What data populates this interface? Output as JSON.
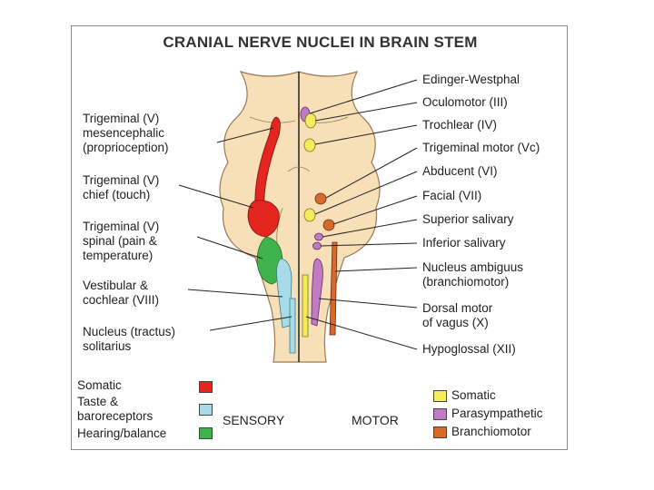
{
  "title": "CRANIAL NERVE NUCLEI IN BRAIN STEM",
  "left_labels": [
    "Trigeminal (V)\nmesencephalic\n(proprioception)",
    "Trigeminal (V)\nchief (touch)",
    "Trigeminal (V)\nspinal (pain &\ntemperature)",
    "Vestibular &\ncochlear (VIII)",
    "Nucleus (tractus)\nsolitarius"
  ],
  "right_labels": [
    "Edinger-Westphal",
    "Oculomotor (III)",
    "Trochlear (IV)",
    "Trigeminal motor (Vc)",
    "Abducent (VI)",
    "Facial (VII)",
    "Superior salivary",
    "Inferior salivary",
    "Nucleus ambiguus\n(branchiomotor)",
    "Dorsal motor\nof vagus (X)",
    "Hypoglossal (XII)"
  ],
  "legend": {
    "sensory_items": [
      "Somatic",
      "Taste &\nbaroreceptors",
      "Hearing/balance"
    ],
    "sensory_title": "SENSORY",
    "motor_title": "MOTOR",
    "motor_items": [
      "Somatic",
      "Parasympathetic",
      "Branchiomotor"
    ]
  },
  "colors": {
    "brainstem": "#f7dfb8",
    "sensory_somatic": "#e5261f",
    "sensory_taste": "#a8dbe8",
    "sensory_hearing": "#3fb34a",
    "motor_somatic": "#f4ec5a",
    "motor_parasympathetic": "#c07bc4",
    "motor_branchiomotor": "#d8692c"
  }
}
